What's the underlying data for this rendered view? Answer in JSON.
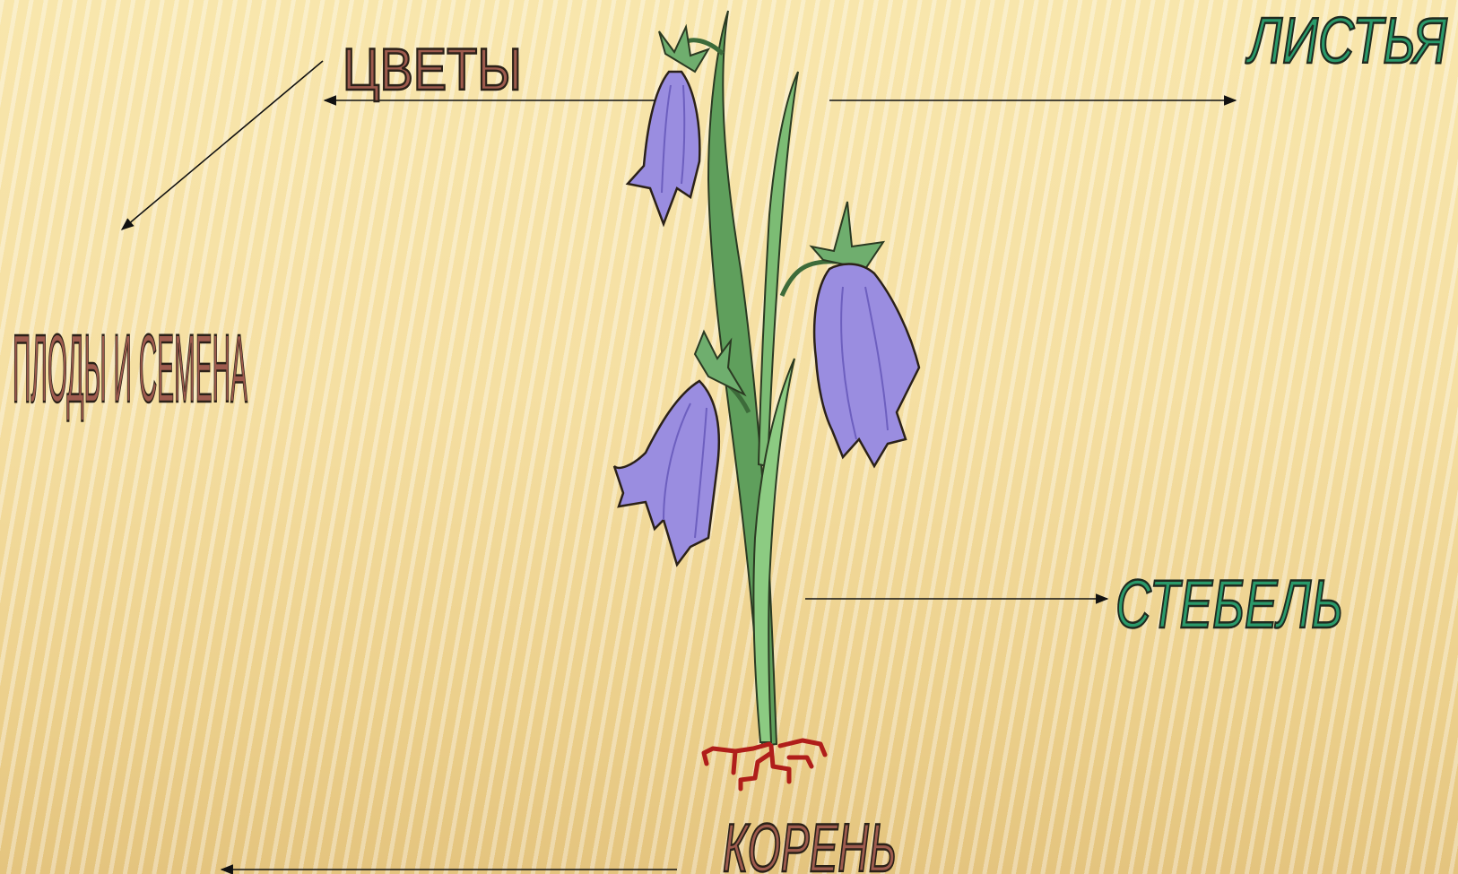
{
  "labels": {
    "flowers": "ЦВЕТЫ",
    "leaves": "ЛИСТЬЯ",
    "fruits_seeds": "ПЛОДЫ И СЕМЕНА",
    "stem": "СТЕБЕЛЬ",
    "root": "КОРЕНЬ"
  },
  "colors": {
    "label_brown": "#9e5b4e",
    "label_green": "#2a9a6a",
    "outline": "#2b2118",
    "petal": "#9a8de0",
    "leaf": "#6fae6e",
    "root": "#b01e1a"
  }
}
